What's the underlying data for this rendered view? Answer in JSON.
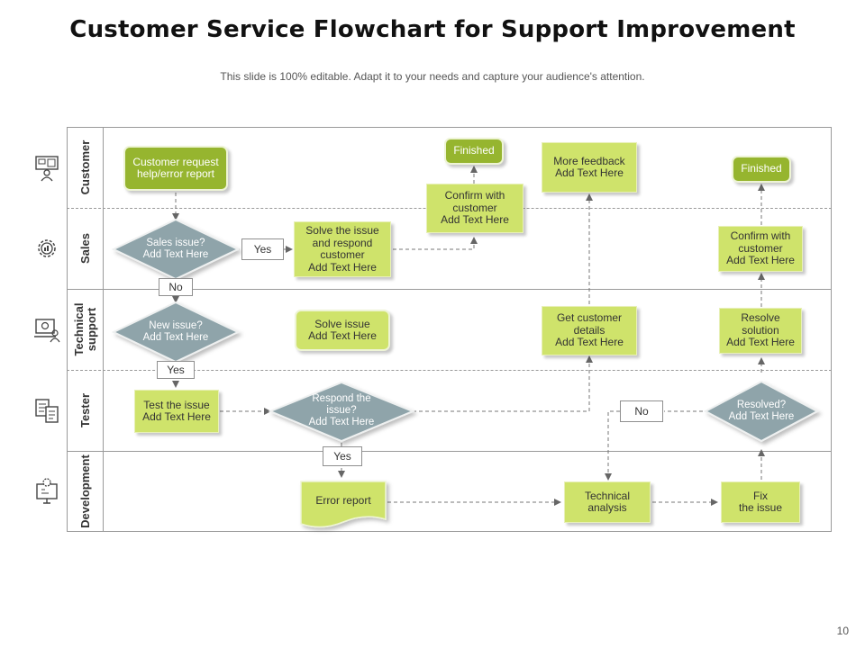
{
  "title": "Customer Service Flowchart for Support Improvement",
  "subtitle": "This slide is 100% editable. Adapt it to your needs and capture your audience's attention.",
  "page_number": "10",
  "colors": {
    "lime": "#cfe36b",
    "green": "#96b52f",
    "diamond": "#8fa4aa",
    "line": "#777777"
  },
  "lanes": [
    {
      "label": "Customer",
      "icon": "customer-presentation-icon"
    },
    {
      "label": "Sales",
      "icon": "sales-gear-icon"
    },
    {
      "label": "Technical\nsupport",
      "icon": "technical-support-icon"
    },
    {
      "label": "Tester",
      "icon": "tester-documents-icon"
    },
    {
      "label": "Development",
      "icon": "development-gear-icon"
    }
  ],
  "nodes": {
    "customer_request": "Customer request\nhelp/error  report",
    "finished_1": "Finished",
    "confirm_customer_1": "Confirm  with\ncustomer\nAdd Text Here",
    "more_feedback": "More feedback\nAdd Text Here",
    "finished_2": "Finished",
    "confirm_customer_2": "Confirm  with\ncustomer\nAdd Text Here",
    "sales_issue": "Sales issue?\nAdd Text Here",
    "solve_respond": "Solve  the issue\nand respond\ncustomer\nAdd Text Here",
    "new_issue": "New issue?\nAdd Text Here",
    "solve_issue": "Solve  issue\nAdd Text Here",
    "get_details": "Get customer\ndetails\nAdd Text Here",
    "resolve_solution": "Resolve\nsolution\nAdd Text Here",
    "test_issue": "Test the issue\nAdd Text Here",
    "respond_issue": "Respond the\nissue?\nAdd Text Here",
    "resolved": "Resolved?\nAdd Text Here",
    "error_report": "Error report",
    "technical_analysis": "Technical\nanalysis",
    "fix_issue": "Fix\nthe issue"
  },
  "labels": {
    "yes_sales": "Yes",
    "no_sales": "No",
    "yes_new": "Yes",
    "yes_respond": "Yes",
    "no_resolved": "No"
  }
}
